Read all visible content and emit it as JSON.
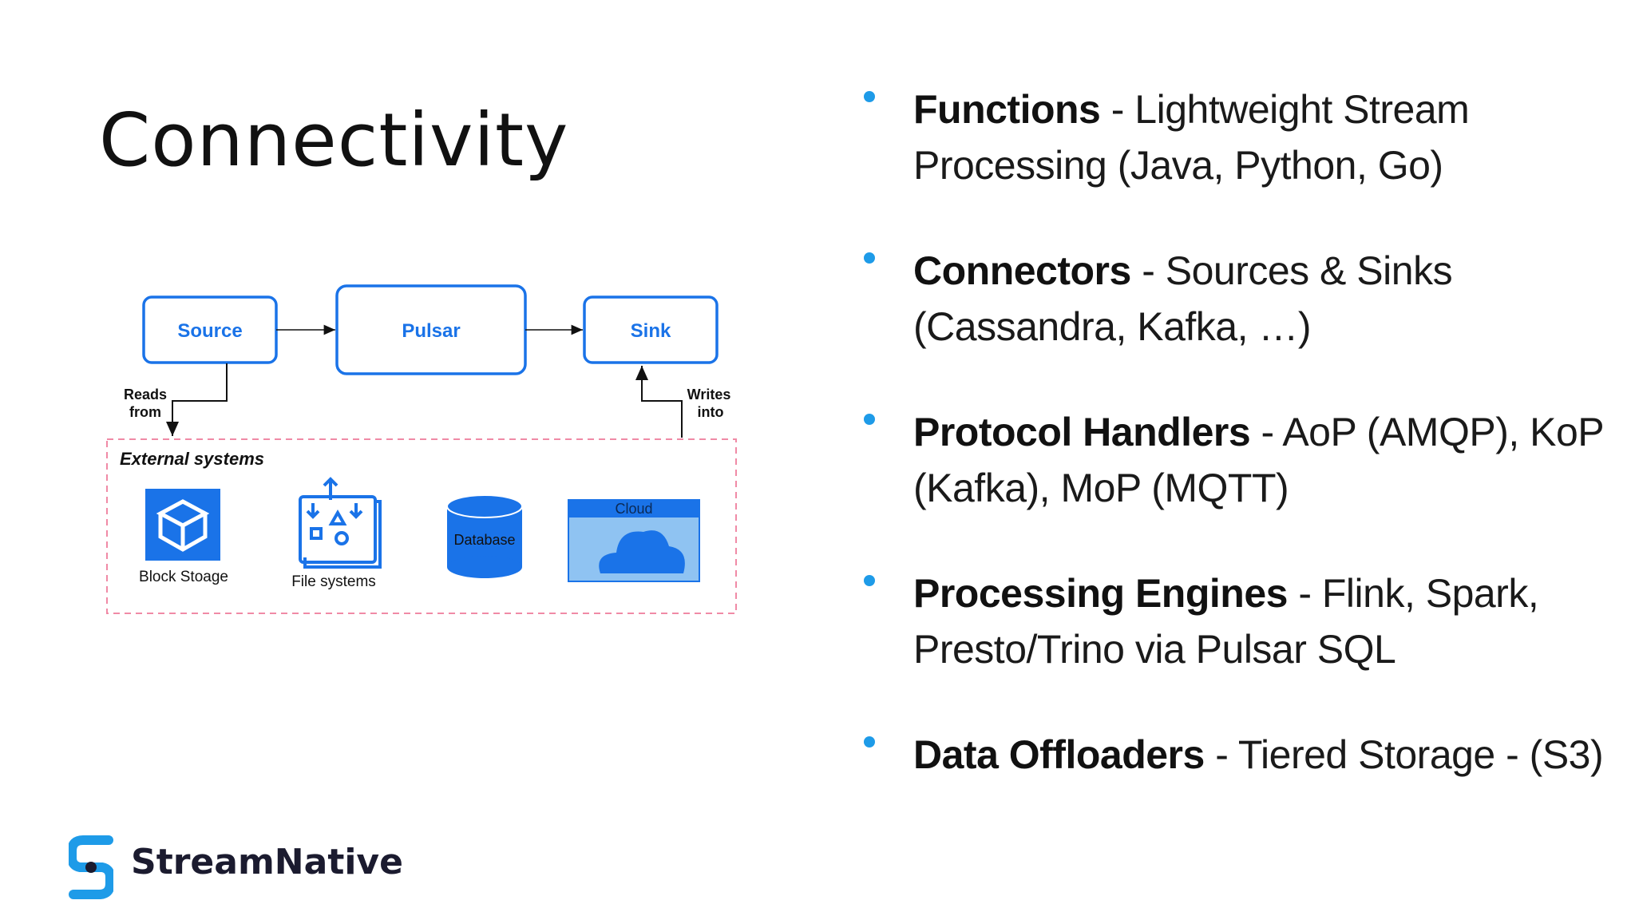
{
  "slide": {
    "title": "Connectivity"
  },
  "diagram": {
    "source_label": "Source",
    "pulsar_label": "Pulsar",
    "sink_label": "Sink",
    "reads_line1": "Reads",
    "reads_line2": "from",
    "writes_line1": "Writes",
    "writes_line2": "into",
    "group_label": "External systems",
    "block_storage_label": "Block Stoage",
    "file_systems_label": "File systems",
    "database_label": "Database",
    "cloud_label": "Cloud",
    "colors": {
      "box_border": "#1a73e8",
      "icon_blue": "#1a73e8",
      "dashed_border": "#f08aa6"
    }
  },
  "bullets": [
    {
      "term": "Functions",
      "desc": " - Lightweight Stream Processing (Java, Python, Go)"
    },
    {
      "term": "Connectors",
      "desc": " - Sources & Sinks (Cassandra, Kafka, …)"
    },
    {
      "term": "Protocol Handlers",
      "desc": " - AoP (AMQP), KoP (Kafka), MoP (MQTT)"
    },
    {
      "term": "Processing Engines",
      "desc": " - Flink, Spark, Presto/Trino via Pulsar SQL"
    },
    {
      "term": "Data Offloaders",
      "desc": " - Tiered Storage - (S3)"
    }
  ],
  "brand": {
    "name": "StreamNative",
    "bullet_color": "#1e9be8",
    "logo_color": "#1e9be8"
  }
}
